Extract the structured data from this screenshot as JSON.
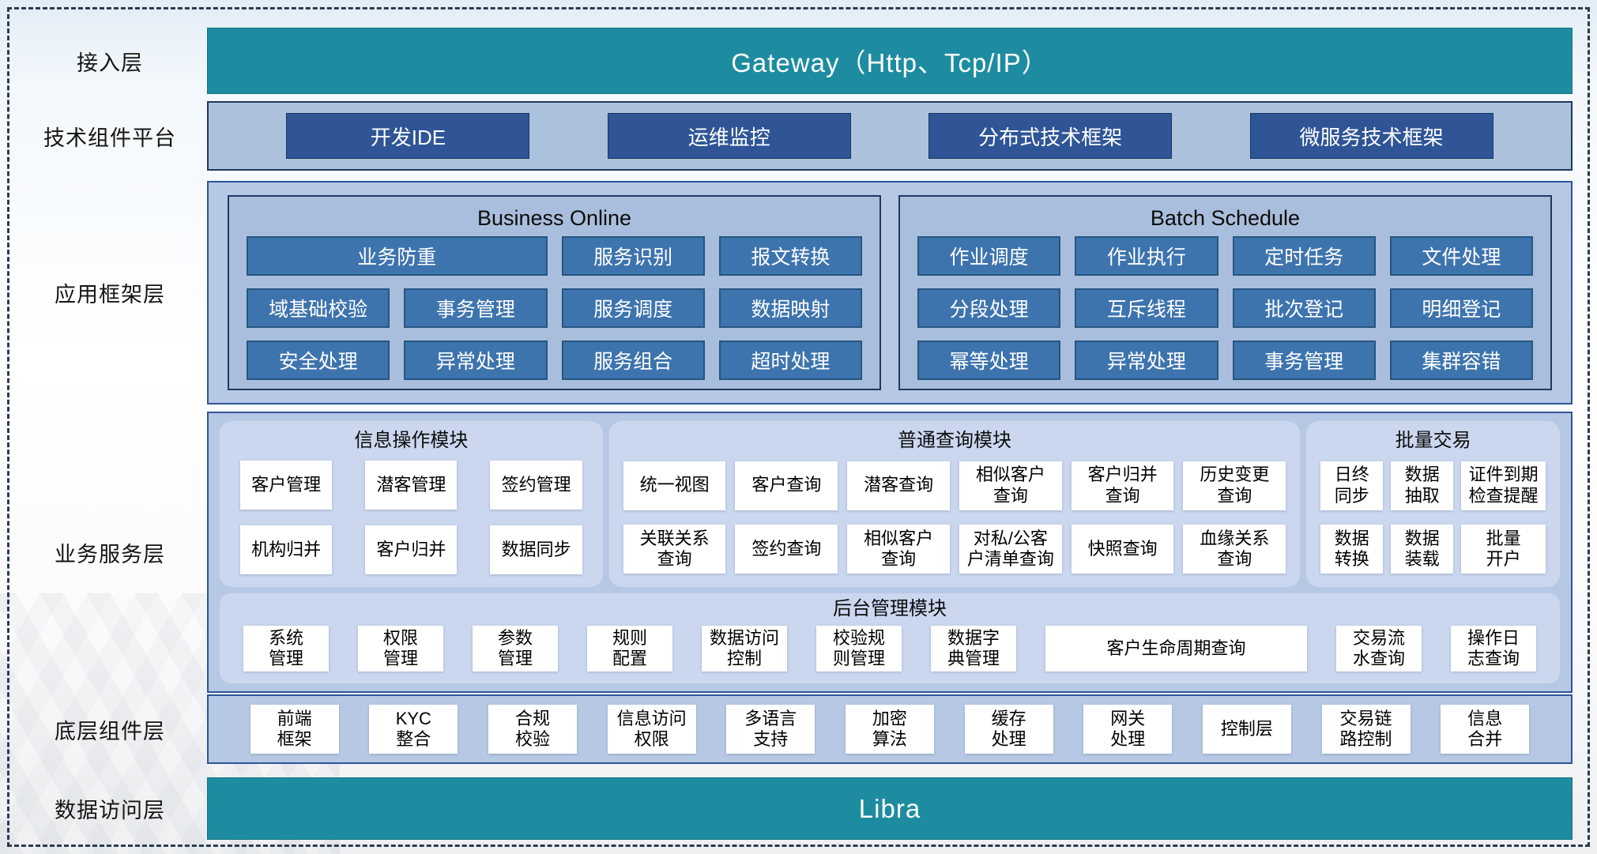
{
  "access": {
    "label": "接入层",
    "gateway": "Gateway（Http、Tcp/IP）"
  },
  "tech": {
    "label": "技术组件平台",
    "items": [
      "开发IDE",
      "运维监控",
      "分布式技术框架",
      "微服务技术框架"
    ]
  },
  "framework": {
    "label": "应用框架层",
    "business_online": {
      "title": "Business Online",
      "r1": [
        "业务防重",
        "服务识别",
        "报文转换"
      ],
      "r2": [
        "域基础校验",
        "事务管理",
        "服务调度",
        "数据映射"
      ],
      "r3": [
        "安全处理",
        "异常处理",
        "服务组合",
        "超时处理"
      ]
    },
    "batch_schedule": {
      "title": "Batch Schedule",
      "r1": [
        "作业调度",
        "作业执行",
        "定时任务",
        "文件处理"
      ],
      "r2": [
        "分段处理",
        "互斥线程",
        "批次登记",
        "明细登记"
      ],
      "r3": [
        "幂等处理",
        "异常处理",
        "事务管理",
        "集群容错"
      ]
    }
  },
  "service": {
    "label": "业务服务层",
    "info": {
      "title": "信息操作模块",
      "r1": [
        "客户管理",
        "潜客管理",
        "签约管理"
      ],
      "r2": [
        "机构归并",
        "客户归并",
        "数据同步"
      ]
    },
    "query": {
      "title": "普通查询模块",
      "r1": [
        "统一视图",
        "客户查询",
        "潜客查询",
        "相似客户\n查询",
        "客户归并\n查询",
        "历史变更\n查询"
      ],
      "r2": [
        "关联关系\n查询",
        "签约查询",
        "相似客户\n查询",
        "对私/公客\n户清单查询",
        "快照查询",
        "血缘关系\n查询"
      ]
    },
    "batch": {
      "title": "批量交易",
      "r1": [
        "日终\n同步",
        "数据\n抽取",
        "证件到期\n检查提醒"
      ],
      "r2": [
        "数据\n转换",
        "数据\n装载",
        "批量\n开户"
      ]
    },
    "admin": {
      "title": "后台管理模块",
      "items": [
        "系统\n管理",
        "权限\n管理",
        "参数\n管理",
        "规则\n配置",
        "数据访问\n控制",
        "校验规\n则管理",
        "数据字\n典管理",
        "客户生命周期查询",
        "交易流\n水查询",
        "操作日\n志查询"
      ]
    }
  },
  "base": {
    "label": "底层组件层",
    "items": [
      "前端\n框架",
      "KYC\n整合",
      "合规\n校验",
      "信息访问\n权限",
      "多语言\n支持",
      "加密\n算法",
      "缓存\n处理",
      "网关\n处理",
      "控制层",
      "交易链\n路控制",
      "信息\n合并"
    ]
  },
  "data_access": {
    "label": "数据访问层",
    "bar": "Libra"
  },
  "colors": {
    "teal": "#1E8CA0",
    "dark_blue": "#2F5597",
    "mid_blue": "#3E74AE",
    "container": "#B6C8E4",
    "panel": "#A9BEDC",
    "light_panel": "#CBD7EF",
    "border_navy": "#1F3864"
  }
}
